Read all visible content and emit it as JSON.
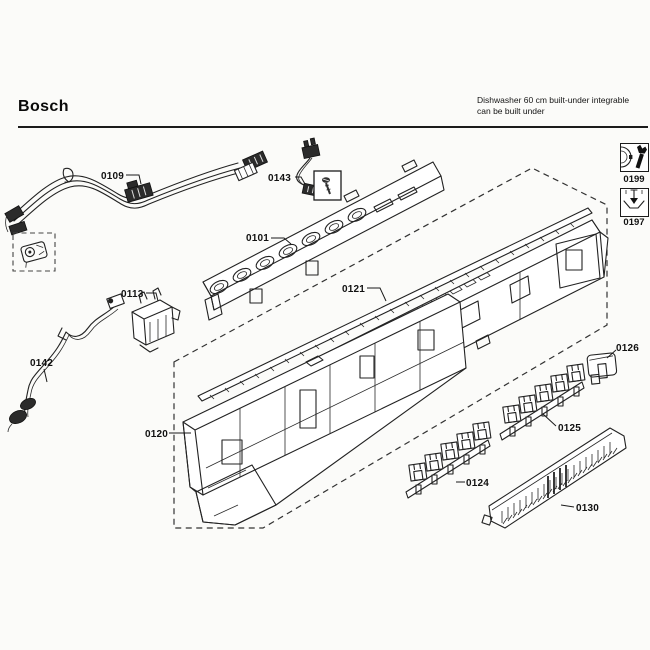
{
  "header": {
    "brand": "Bosch",
    "description_line1": "Dishwasher 60 cm built-under integrable",
    "description_line2": "can be built under"
  },
  "legend": [
    {
      "label": "0199",
      "icon": "wrench-dial-icon"
    },
    {
      "label": "0197",
      "icon": "insert-down-icon"
    }
  ],
  "parts": [
    {
      "id": "wiring-harness",
      "label": "0109"
    },
    {
      "id": "control-module",
      "label": "0101"
    },
    {
      "id": "sensor-lead",
      "label": "0143"
    },
    {
      "id": "switch",
      "label": "0113"
    },
    {
      "id": "cable",
      "label": "0142"
    },
    {
      "id": "fascia-panel",
      "label": "0121"
    },
    {
      "id": "base-panel",
      "label": "0120"
    },
    {
      "id": "end-cap",
      "label": "0126"
    },
    {
      "id": "button-strip-upper",
      "label": "0125"
    },
    {
      "id": "button-strip-lower",
      "label": "0124"
    },
    {
      "id": "trim-strip",
      "label": "0130"
    }
  ]
}
